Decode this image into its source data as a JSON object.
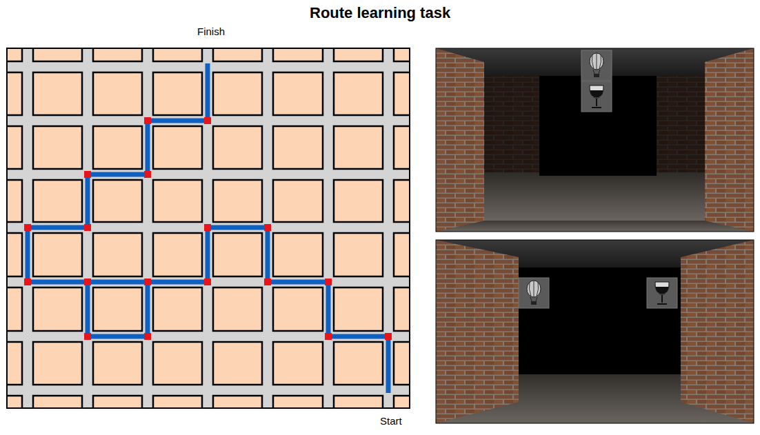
{
  "diagram": {
    "title": "Route learning task",
    "labels": [
      "Finish",
      "Start"
    ]
  }
}
